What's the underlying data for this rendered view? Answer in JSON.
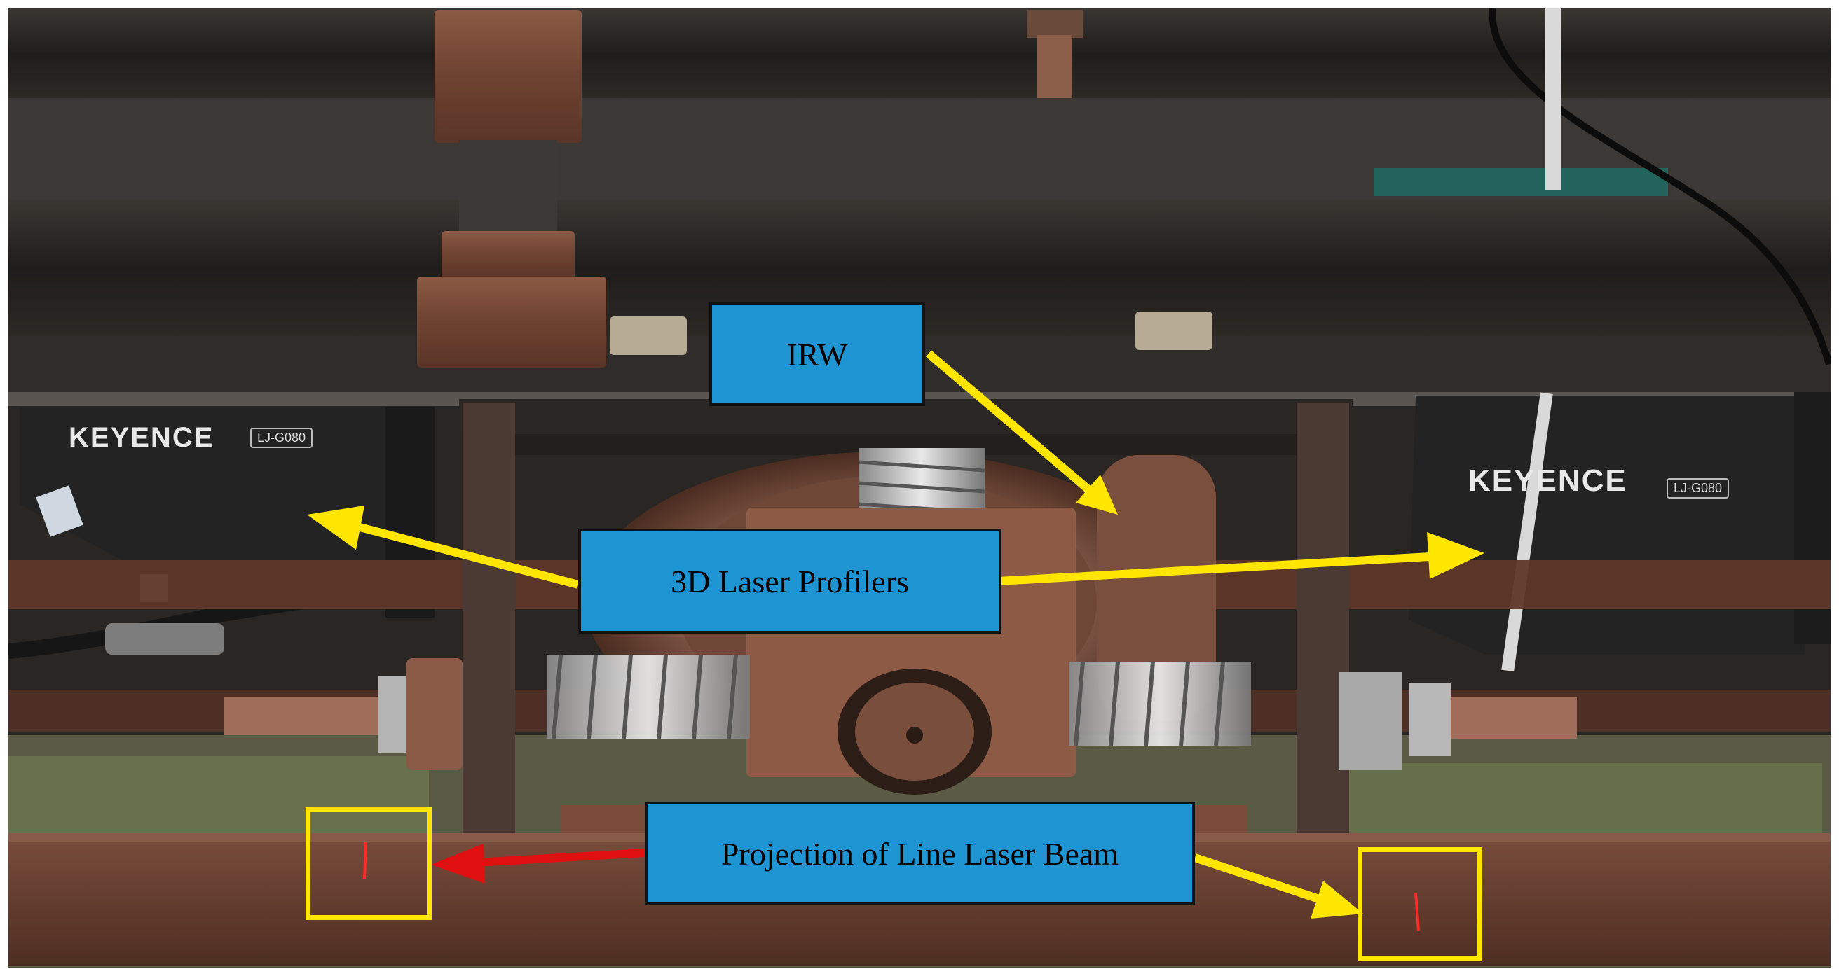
{
  "labels": {
    "irw": "IRW",
    "profilers": "3D Laser Profilers",
    "projection": "Projection of Line Laser Beam"
  },
  "sensor_left": {
    "brand": "KEYENCE",
    "model": "LJ-G080"
  },
  "sensor_right": {
    "brand": "KEYENCE",
    "model": "LJ-G080"
  },
  "colors": {
    "callout_fill": "#1f94d2",
    "callout_border": "#111111",
    "arrow_yellow": "#ffe600",
    "arrow_red": "#e01010",
    "laser_line": "#ff2a2a"
  }
}
